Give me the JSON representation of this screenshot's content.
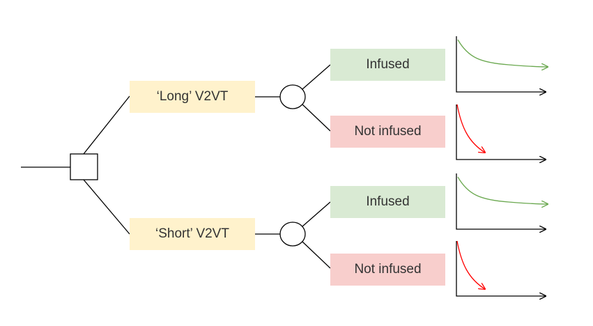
{
  "strategies": [
    {
      "label": "‘Long’ V2VT",
      "outcomes": [
        {
          "label": "Infused",
          "curve": "slow-decay"
        },
        {
          "label": "Not infused",
          "curve": "rapid-decay"
        }
      ]
    },
    {
      "label": "‘Short’ V2VT",
      "outcomes": [
        {
          "label": "Infused",
          "curve": "slow-decay"
        },
        {
          "label": "Not infused",
          "curve": "rapid-decay"
        }
      ]
    }
  ],
  "colors": {
    "strategy_box": "#fff2cc",
    "infused_box": "#d9ead3",
    "not_infused_box": "#f8cecc",
    "line": "#000000",
    "slow_decay_curve": "#6aa84f",
    "rapid_decay_curve": "#ff0000"
  },
  "node_types": {
    "root": "decision-node-square",
    "branch": "chance-node-circle"
  }
}
